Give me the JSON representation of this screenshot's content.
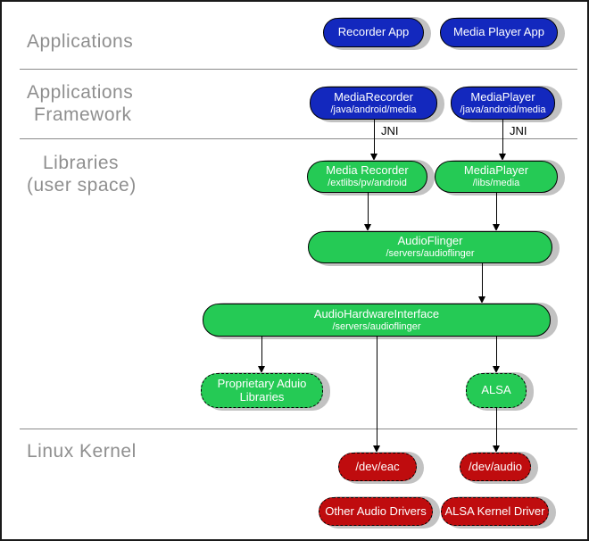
{
  "layers": [
    {
      "label_lines": [
        "Applications"
      ]
    },
    {
      "label_lines": [
        "Applications",
        "Framework"
      ]
    },
    {
      "label_lines": [
        "Libraries",
        "(user space)"
      ]
    },
    {
      "label_lines": [
        "Linux Kernel"
      ]
    }
  ],
  "nodes": {
    "recorder_app": {
      "title": "Recorder App"
    },
    "media_player_app": {
      "title": "Media Player App"
    },
    "media_recorder_fw": {
      "title": "MediaRecorder",
      "subtitle": "/java/android/media"
    },
    "media_player_fw": {
      "title": "MediaPlayer",
      "subtitle": "/java/android/media"
    },
    "media_recorder_lib": {
      "title": "Media Recorder",
      "subtitle": "/extlibs/pv/android"
    },
    "media_player_lib": {
      "title": "MediaPlayer",
      "subtitle": "/libs/media"
    },
    "audioflinger": {
      "title": "AudioFlinger",
      "subtitle": "/servers/audioflinger"
    },
    "audio_hw_interface": {
      "title": "AudioHardwareInterface",
      "subtitle": "/servers/audioflinger"
    },
    "proprietary_libs": {
      "title": "Proprietary Aduio",
      "title2": "Libraries"
    },
    "alsa": {
      "title": "ALSA"
    },
    "dev_eac": {
      "title": "/dev/eac"
    },
    "dev_audio": {
      "title": "/dev/audio"
    },
    "other_audio_drivers": {
      "title": "Other Audio Drivers"
    },
    "alsa_kernel_driver": {
      "title": "ALSA Kernel Driver"
    }
  },
  "connector_labels": [
    {
      "text": "JNI"
    },
    {
      "text": "JNI"
    }
  ],
  "colors": {
    "app_blue": "#1328be",
    "lib_green": "#25ca55",
    "kernel_red": "#bf0c0e",
    "node_shadow": "#c2c2c2",
    "layer_label_gray": "#8f8f8f",
    "divider_gray": "#8a8a8a",
    "frame_border": "#1a1a1a",
    "node_text": "#ffffff",
    "arrow_black": "#000000"
  }
}
